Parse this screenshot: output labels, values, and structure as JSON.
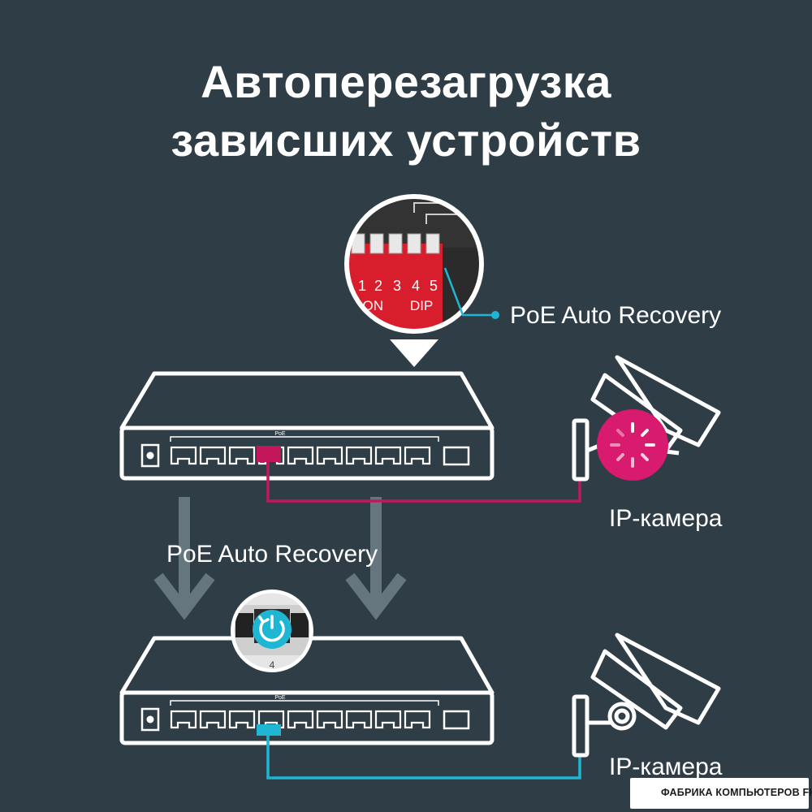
{
  "title": {
    "line1": "Автоперезагрузка",
    "line2": "зависших устройств"
  },
  "dip_switch": {
    "numbers": [
      "1",
      "2",
      "3",
      "4",
      "5"
    ],
    "on_label": "↓ON",
    "dip_label": "DIP"
  },
  "labels": {
    "callout_top": "PoE Auto Recovery",
    "middle": "PoE Auto Recovery",
    "camera_top": "IP-камера",
    "camera_bottom": "IP-камера",
    "port_badge": "4",
    "switch_poe_tag_top": "PoE",
    "switch_poe_tag_bottom": "PoE"
  },
  "watermark": {
    "text": "ФАБРИКА КОМПЬЮТЕРОВ FK.BY"
  },
  "colors": {
    "background": "#2f3e46",
    "outline": "#ffffff",
    "fault_magenta": "#c2185b",
    "ok_cyan": "#1fb6d3",
    "dip_red": "#d81e2c",
    "arrow_gray": "#6f8088"
  },
  "icons": {
    "recovery": "power-refresh-icon",
    "loading": "spinner-icon"
  }
}
